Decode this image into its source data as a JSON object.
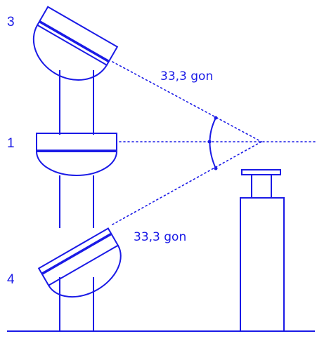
{
  "labels": {
    "position_top": "3",
    "position_middle": "1",
    "position_bottom": "4",
    "angle_top": "33,3 gon",
    "angle_bottom": "33,3 gon"
  },
  "colors": {
    "ink": "#1a1ae6",
    "background": "#ffffff"
  }
}
